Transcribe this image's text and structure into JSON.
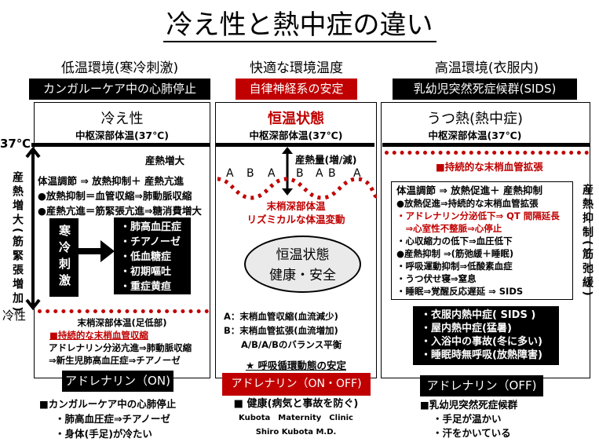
{
  "title": "冷え性と熱中症の違い",
  "left": {
    "heading": "低温環境(寒冷刺激)",
    "banner": "カンガルーケア中の心肺停止",
    "panel_title": "冷え性",
    "core_temp": "中枢深部体温(37℃)",
    "temp_label": "37℃",
    "cold_label": "冷性",
    "side_label": "産熱増大(筋緊張増加)",
    "heat_label": "産熱増大",
    "lines": [
      "体温調節 ⇒ 放熱抑制＋ 産熱亢進",
      "●放熱抑制＝血管収縮⇒肺動脈収縮",
      "●産熱亢進＝筋緊張亢進⇒糖消費増大"
    ],
    "stimulus": "寒冷刺激",
    "effects": [
      "・肺高血圧症",
      "・チアノーゼ",
      "・低血糖症",
      "・初期嘔吐",
      "・重症黄疸"
    ],
    "peripheral": "末梢深部体温(足低部)",
    "red_note": "■持続的な末梢血管収縮",
    "notes": [
      "アドレナリン分泌亢進⇒肺動脈収縮",
      "⇒新生児肺高血圧症⇒チアノーゼ"
    ],
    "adrenaline": "アドレナリン（ON)",
    "bottom": [
      "■カンガルーケア中の心肺停止",
      "・肺高血圧症⇒チアノーゼ",
      "・身体(手足)が冷たい"
    ]
  },
  "middle": {
    "heading": "快適な環境温度",
    "banner": "自律神経系の安定",
    "panel_title": "恒温状態",
    "core_temp": "中枢深部体温(37℃)",
    "heat_amount": "産熱量(増/減)",
    "wave_letters": [
      "A",
      "B",
      "A",
      "B",
      "A",
      "B",
      "A"
    ],
    "red_lines": [
      "末梢深部体温",
      "リズミカルな体温変動"
    ],
    "ellipse": [
      "恒温状態",
      "健康・安全"
    ],
    "legend": [
      "A：末梢血管収縮(血流減少)",
      "B：末梢血管拡張(血流増加)",
      "A/B/A/Bのバランス平衡"
    ],
    "star": "★ 呼吸循環動態の安定",
    "adrenaline": "アドレナリン（ON・OFF)",
    "bottom": [
      "■ 健康(病気と事故を防ぐ)",
      "Kubota　Maternity　Clinic",
      "Shiro Kubota M.D."
    ]
  },
  "right": {
    "heading": "高温環境(衣服内)",
    "banner": "乳幼児突然死症候群(SIDS)",
    "panel_title": "うつ熱(熱中症)",
    "core_temp": "中枢深部体温(37℃)",
    "red_note": "■持続的な末梢血管拡張",
    "side_label": "産熱抑制(筋弛緩)",
    "box_lines": [
      {
        "t": "体温調節 ⇒ 放熱促進＋ 産熱抑制",
        "red": false
      },
      {
        "t": "●放熱促進⇒持続的な末梢血管拡張",
        "red": false
      },
      {
        "t": "・アドレナリン分泌低下⇒ QT 間隔延長",
        "red": true
      },
      {
        "t": "　⇒心室性不整脈⇒心停止",
        "red": true
      },
      {
        "t": "・心収縮力の低下⇒血圧低下",
        "red": false
      },
      {
        "t": "●産熱抑制 ⇒(筋弛緩＋睡眠)",
        "red": false
      },
      {
        "t": "・呼吸運動抑制⇒低酸素血症",
        "red": false
      },
      {
        "t": "・うつ伏せ寝⇒窒息",
        "red": false
      },
      {
        "t": "・睡眠⇒覚醒反応遅延 ⇒ SIDS",
        "red": false
      }
    ],
    "list": [
      "・衣服内熱中症( SIDS )",
      "・屋内熱中症(猛暑)",
      "・入浴中の事故(冬に多い)",
      "・睡眠時無呼吸(放熱障害)"
    ],
    "adrenaline": "アドレナリン（OFF)",
    "bottom": [
      "■乳幼児突然死症候群",
      "・手足が温かい",
      "・汗をかいている"
    ]
  },
  "colors": {
    "red": "#c00000",
    "black": "#000000"
  }
}
